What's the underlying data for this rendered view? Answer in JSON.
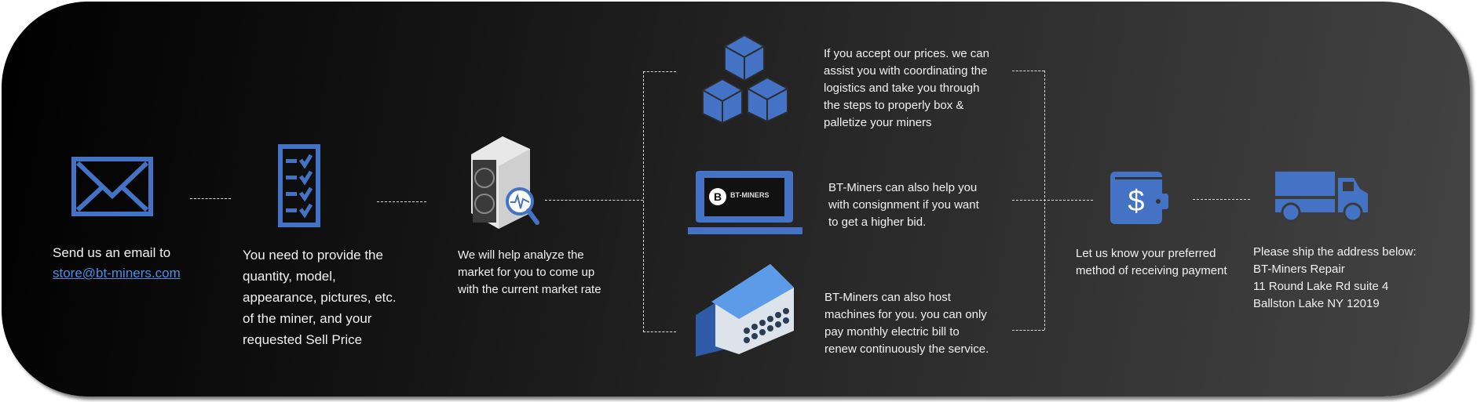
{
  "steps": {
    "email": {
      "line1": "Send us an email to",
      "link": "store@bt-miners.com"
    },
    "provide": {
      "text": "You need to provide the\nquantity, model,\nappearance, pictures, etc.\nof the miner, and your\nrequested Sell Price"
    },
    "analyze": {
      "text": "We will help analyze the\nmarket for you to come up\nwith the current market rate"
    },
    "logistics": {
      "text": "If you accept our prices. we can\nassist you with coordinating the\nlogistics and take you through\nthe steps to properly box &\npalletize your miners"
    },
    "consignment": {
      "text": "BT-Miners can also help you\nwith consignment if you want\nto get a higher bid.",
      "laptop_logo": "BT-MINERS"
    },
    "hosting": {
      "text": "BT-Miners can also host\nmachines for you. you can only\npay monthly electric bill to\nrenew continuously the service."
    },
    "payment": {
      "text": "Let us know your preferred\nmethod of receiving payment"
    },
    "ship": {
      "text": "Please ship the address below:\nBT-Miners Repair\n11 Round Lake Rd suite 4\nBallston Lake NY 12019"
    }
  },
  "colors": {
    "icon_blue": "#4472c4",
    "link_blue": "#4a8ee6"
  }
}
